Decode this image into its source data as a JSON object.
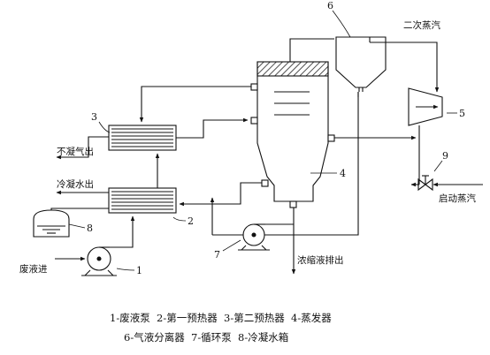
{
  "labels": {
    "n1": "1",
    "n2": "2",
    "n3": "3",
    "n4": "4",
    "n5": "5",
    "n6": "6",
    "n7": "7",
    "n8": "8",
    "n9": "9",
    "secondary_steam": "二次蒸汽",
    "noncondensable_out": "不凝气出",
    "condensate_out": "冷凝水出",
    "start_steam": "启动蒸汽",
    "waste_in": "废液进",
    "concentrate_out": "浓缩液排出"
  },
  "legend": {
    "line1": "1-废液泵  2-第一预热器  3-第二预热器  4-蒸发器",
    "line2": "6-气液分离器  7-循环泵  8-冷凝水箱"
  }
}
